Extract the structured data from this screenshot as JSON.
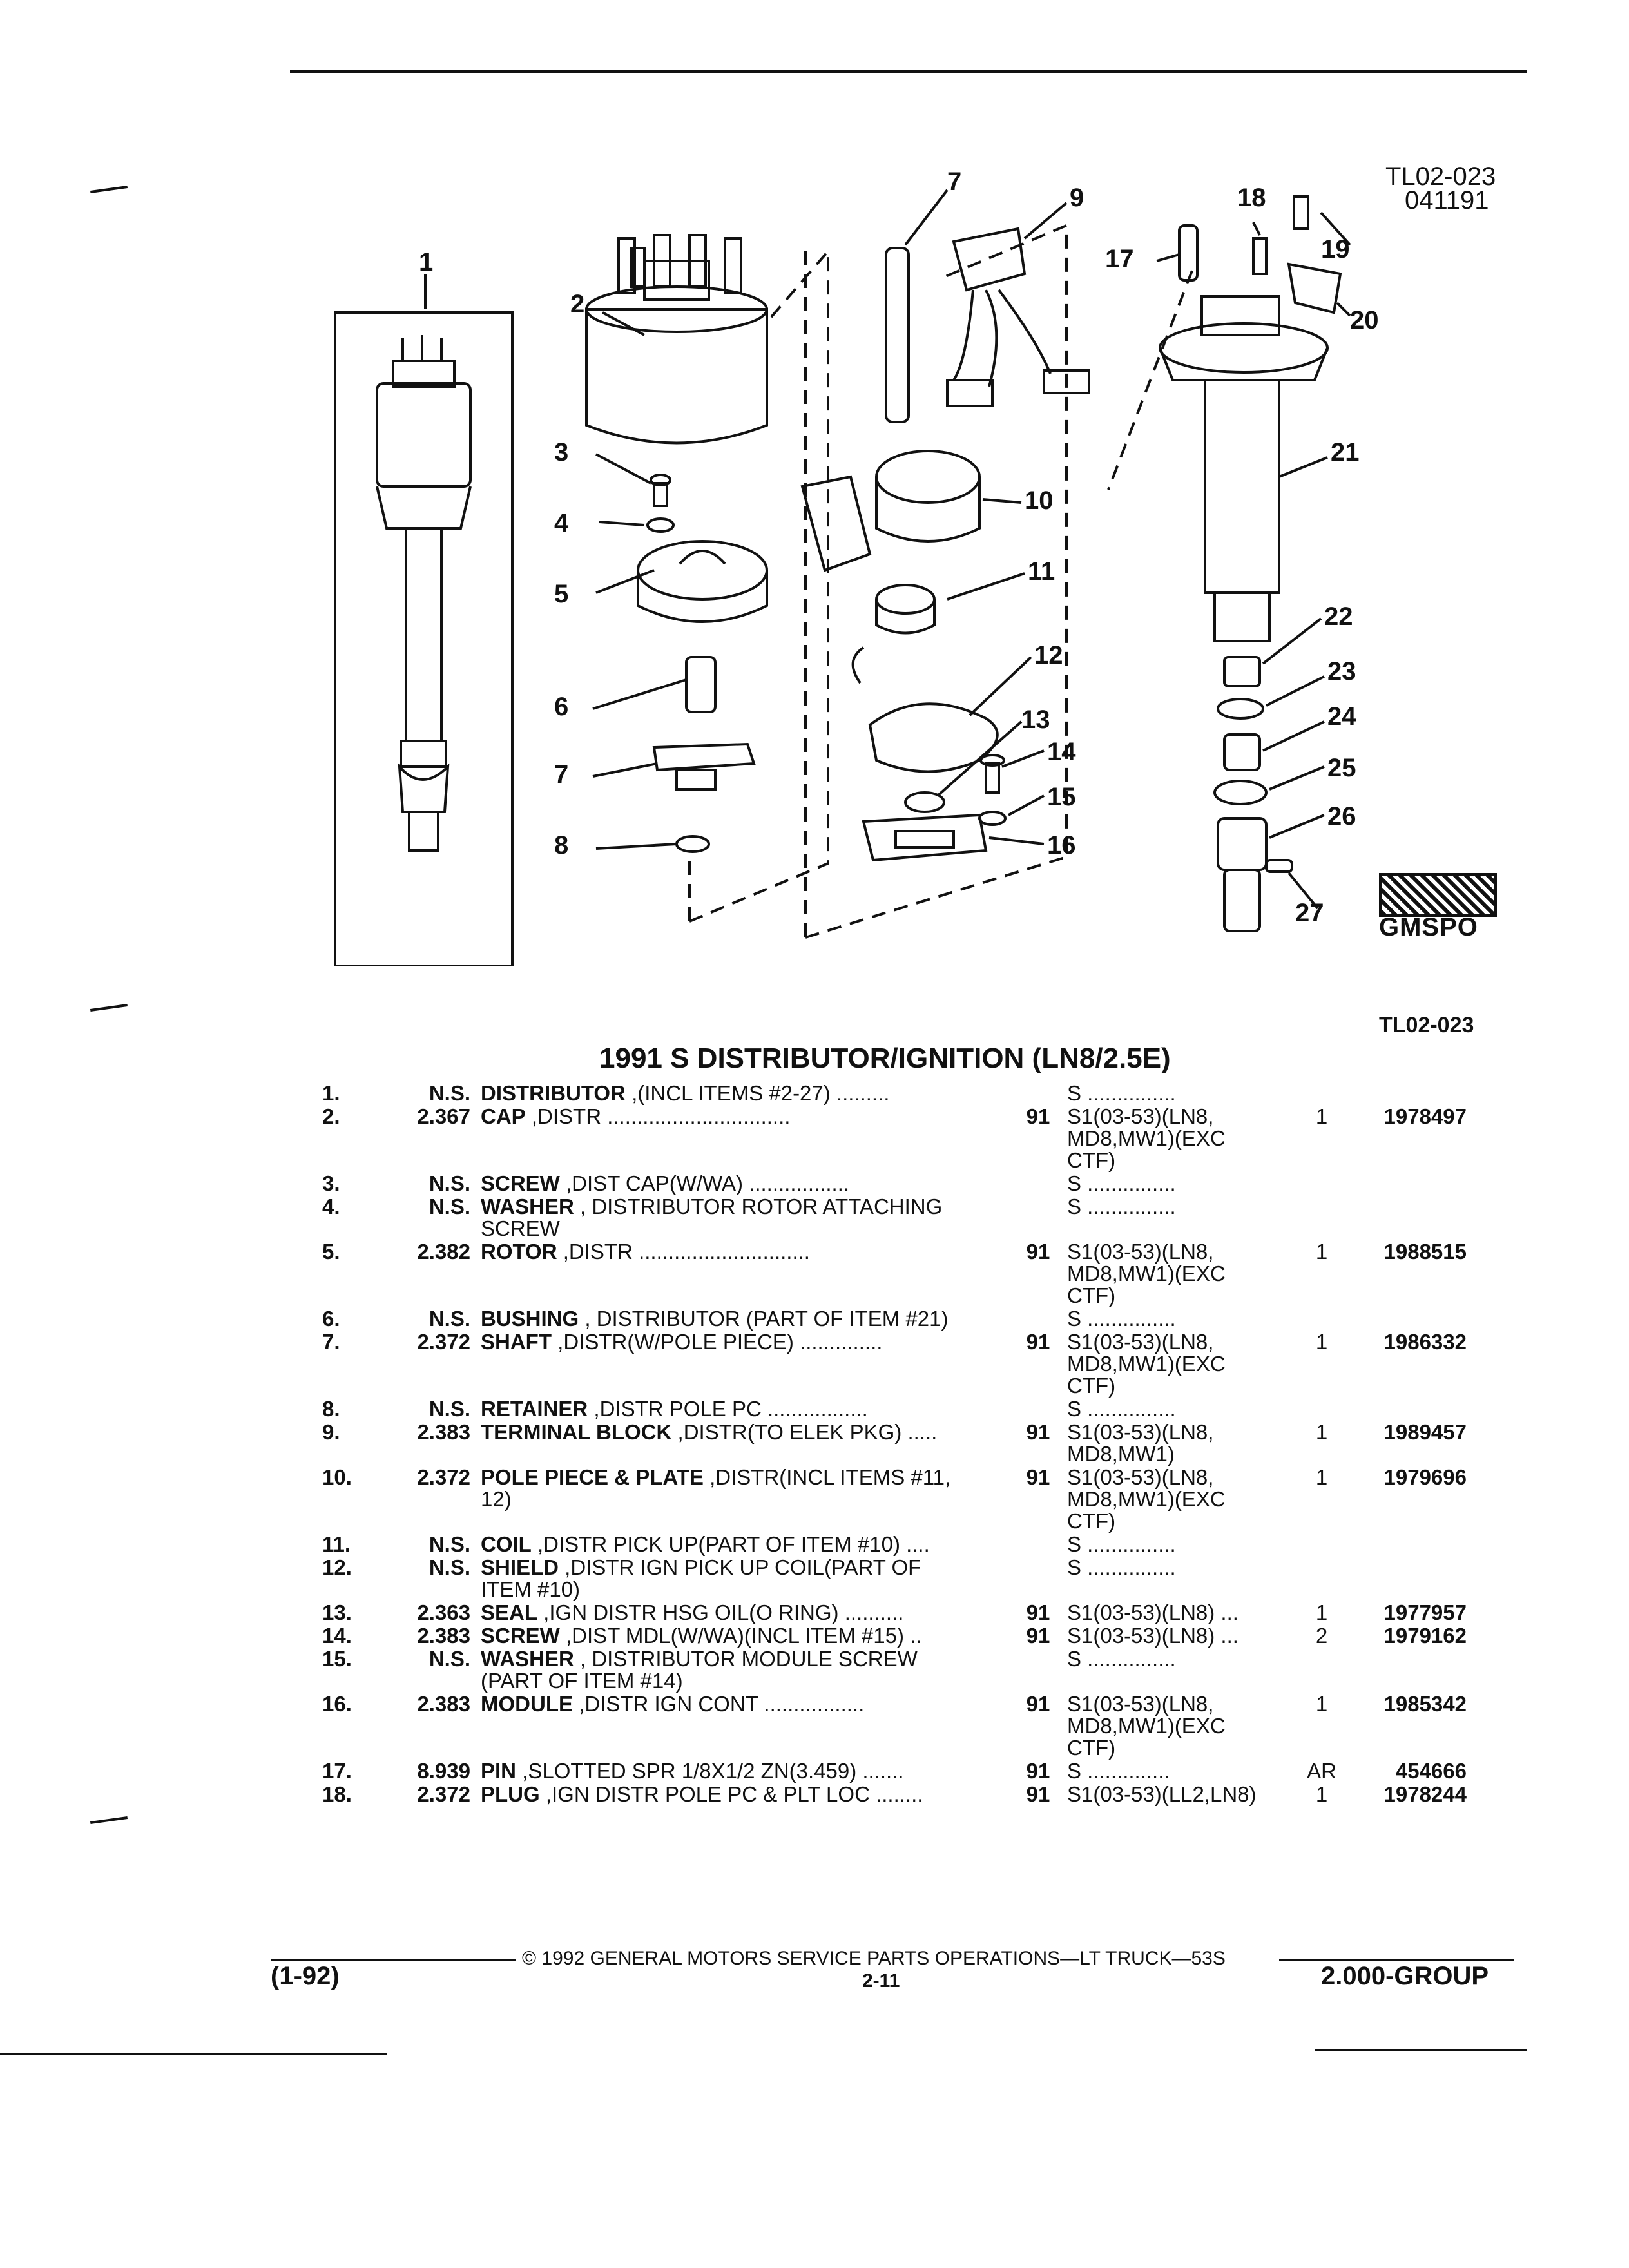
{
  "header": {
    "code_primary": "TL02-023",
    "code_secondary": "041191"
  },
  "figure": {
    "logo_text": "GMSPO",
    "code": "TL02-023",
    "callouts": [
      "1",
      "2",
      "3",
      "4",
      "5",
      "6",
      "7",
      "8",
      "7",
      "9",
      "10",
      "11",
      "12",
      "13",
      "14",
      "15",
      "16",
      "17",
      "18",
      "19",
      "20",
      "21",
      "22",
      "23",
      "24",
      "25",
      "26",
      "27"
    ]
  },
  "section_title": "1991 S DISTRIBUTOR/IGNITION (LN8/2.5E)",
  "parts": [
    {
      "num": "1.",
      "group": "N.S.",
      "name": "DISTRIBUTOR",
      "desc": " ,(INCL ITEMS #2-27) .........",
      "year": "",
      "app": "S ...............",
      "qty": "",
      "pn": ""
    },
    {
      "num": "2.",
      "group": "2.367",
      "name": "CAP",
      "desc": " ,DISTR ...............................",
      "year": "91",
      "app": "S1(03-53)(LN8,\nMD8,MW1)(EXC\nCTF)",
      "qty": "1",
      "pn": "1978497"
    },
    {
      "num": "3.",
      "group": "N.S.",
      "name": "SCREW",
      "desc": " ,DIST CAP(W/WA) .................",
      "year": "",
      "app": "S ...............",
      "qty": "",
      "pn": ""
    },
    {
      "num": "4.",
      "group": "N.S.",
      "name": "WASHER",
      "desc": " , DISTRIBUTOR ROTOR ATTACHING\nSCREW",
      "year": "",
      "app": "S ...............",
      "qty": "",
      "pn": ""
    },
    {
      "num": "5.",
      "group": "2.382",
      "name": "ROTOR",
      "desc": " ,DISTR .............................",
      "year": "91",
      "app": "S1(03-53)(LN8,\nMD8,MW1)(EXC\nCTF)",
      "qty": "1",
      "pn": "1988515"
    },
    {
      "num": "6.",
      "group": "N.S.",
      "name": "BUSHING",
      "desc": " , DISTRIBUTOR (PART OF ITEM #21)",
      "year": "",
      "app": "S ...............",
      "qty": "",
      "pn": ""
    },
    {
      "num": "7.",
      "group": "2.372",
      "name": "SHAFT",
      "desc": " ,DISTR(W/POLE PIECE) ..............",
      "year": "91",
      "app": "S1(03-53)(LN8,\nMD8,MW1)(EXC\nCTF)",
      "qty": "1",
      "pn": "1986332"
    },
    {
      "num": "8.",
      "group": "N.S.",
      "name": "RETAINER",
      "desc": " ,DISTR POLE PC .................",
      "year": "",
      "app": "S ...............",
      "qty": "",
      "pn": ""
    },
    {
      "num": "9.",
      "group": "2.383",
      "name": "TERMINAL BLOCK",
      "desc": " ,DISTR(TO ELEK PKG) .....",
      "year": "91",
      "app": "S1(03-53)(LN8,\nMD8,MW1)",
      "qty": "1",
      "pn": "1989457"
    },
    {
      "num": "10.",
      "group": "2.372",
      "name": "POLE PIECE & PLATE",
      "desc": " ,DISTR(INCL ITEMS #11,\n12)",
      "year": "91",
      "app": "S1(03-53)(LN8,\nMD8,MW1)(EXC\nCTF)",
      "qty": "1",
      "pn": "1979696"
    },
    {
      "num": "11.",
      "group": "N.S.",
      "name": "COIL",
      "desc": " ,DISTR PICK UP(PART OF ITEM #10) ....",
      "year": "",
      "app": "S ...............",
      "qty": "",
      "pn": ""
    },
    {
      "num": "12.",
      "group": "N.S.",
      "name": "SHIELD",
      "desc": " ,DISTR IGN PICK UP COIL(PART OF\nITEM #10)",
      "year": "",
      "app": "S ...............",
      "qty": "",
      "pn": ""
    },
    {
      "num": "13.",
      "group": "2.363",
      "name": "SEAL",
      "desc": " ,IGN DISTR HSG OIL(O RING) ..........",
      "year": "91",
      "app": "S1(03-53)(LN8) ...",
      "qty": "1",
      "pn": "1977957"
    },
    {
      "num": "14.",
      "group": "2.383",
      "name": "SCREW",
      "desc": " ,DIST MDL(W/WA)(INCL ITEM #15) ..",
      "year": "91",
      "app": "S1(03-53)(LN8) ...",
      "qty": "2",
      "pn": "1979162"
    },
    {
      "num": "15.",
      "group": "N.S.",
      "name": "WASHER",
      "desc": " , DISTRIBUTOR MODULE SCREW\n(PART OF ITEM #14)",
      "year": "",
      "app": "S ...............",
      "qty": "",
      "pn": ""
    },
    {
      "num": "16.",
      "group": "2.383",
      "name": "MODULE",
      "desc": " ,DISTR IGN CONT .................",
      "year": "91",
      "app": "S1(03-53)(LN8,\nMD8,MW1)(EXC\nCTF)",
      "qty": "1",
      "pn": "1985342"
    },
    {
      "num": "17.",
      "group": "8.939",
      "name": "PIN",
      "desc": " ,SLOTTED SPR 1/8X1/2 ZN(3.459) .......",
      "year": "91",
      "app": "S ..............",
      "qty": "AR",
      "pn": "454666"
    },
    {
      "num": "18.",
      "group": "2.372",
      "name": "PLUG",
      "desc": " ,IGN DISTR POLE PC & PLT LOC ........",
      "year": "91",
      "app": "S1(03-53)(LL2,LN8)",
      "qty": "1",
      "pn": "1978244"
    }
  ],
  "footer": {
    "copyright": "© 1992 GENERAL MOTORS SERVICE PARTS OPERATIONS—LT TRUCK—53S",
    "page": "2-11",
    "date_code": "(1-92)",
    "group": "2.000-GROUP"
  }
}
